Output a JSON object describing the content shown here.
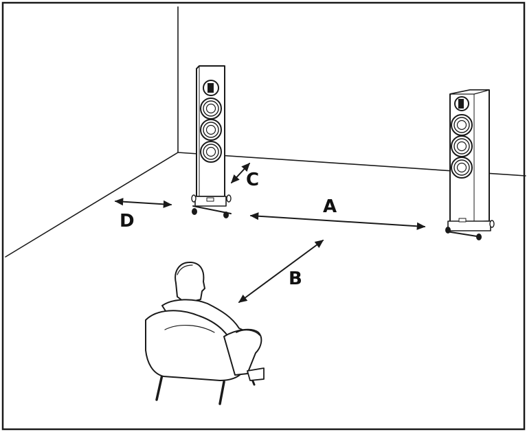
{
  "diagram": {
    "labels": {
      "a": "A",
      "b": "B",
      "c": "C",
      "d": "D"
    },
    "colors": {
      "ink": "#1a1a1a",
      "background": "#ffffff"
    }
  }
}
